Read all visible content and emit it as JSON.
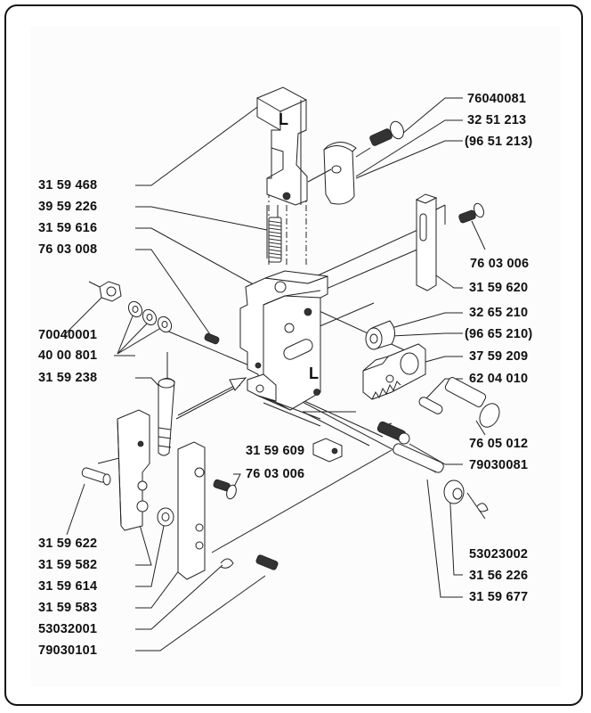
{
  "diagram": {
    "type": "exploded-parts-view",
    "part_marks": {
      "upper_block": "L",
      "main_block": "L"
    },
    "labels_left": [
      {
        "id": "p-3159468",
        "text": "31 59 468"
      },
      {
        "id": "p-3959226",
        "text": "39 59 226"
      },
      {
        "id": "p-3159616",
        "text": "31 59 616"
      },
      {
        "id": "p-7603008",
        "text": "76 03 008"
      },
      {
        "id": "p-70040001",
        "text": "70040001"
      },
      {
        "id": "p-4000801",
        "text": "40 00 801"
      },
      {
        "id": "p-3159238",
        "text": "31 59 238"
      },
      {
        "id": "p-3159622",
        "text": "31 59 622"
      },
      {
        "id": "p-3159582",
        "text": "31 59 582"
      },
      {
        "id": "p-3159614",
        "text": "31 59 614"
      },
      {
        "id": "p-3159583",
        "text": "31 59 583"
      },
      {
        "id": "p-53032001",
        "text": "53032001"
      },
      {
        "id": "p-79030101",
        "text": "79030101"
      }
    ],
    "labels_right": [
      {
        "id": "p-76040081",
        "text": "76040081"
      },
      {
        "id": "p-3251213",
        "text": "32 51 213"
      },
      {
        "id": "p-9651213",
        "text": "(96 51 213)"
      },
      {
        "id": "p-7603006a",
        "text": "76 03 006"
      },
      {
        "id": "p-3159620",
        "text": "31 59 620"
      },
      {
        "id": "p-3265210",
        "text": "32 65 210"
      },
      {
        "id": "p-9665210",
        "text": "(96 65 210)"
      },
      {
        "id": "p-3759209",
        "text": "37 59 209"
      },
      {
        "id": "p-6204010",
        "text": "62 04 010"
      },
      {
        "id": "p-7605012",
        "text": "76 05 012"
      },
      {
        "id": "p-79030081",
        "text": "79030081"
      },
      {
        "id": "p-53023002",
        "text": "53023002"
      },
      {
        "id": "p-3156226",
        "text": "31 56 226"
      },
      {
        "id": "p-3159677",
        "text": "31 59 677"
      }
    ],
    "labels_center": [
      {
        "id": "p-3159609",
        "text": "31 59 609"
      },
      {
        "id": "p-7603006b",
        "text": "76 03 006"
      }
    ]
  }
}
